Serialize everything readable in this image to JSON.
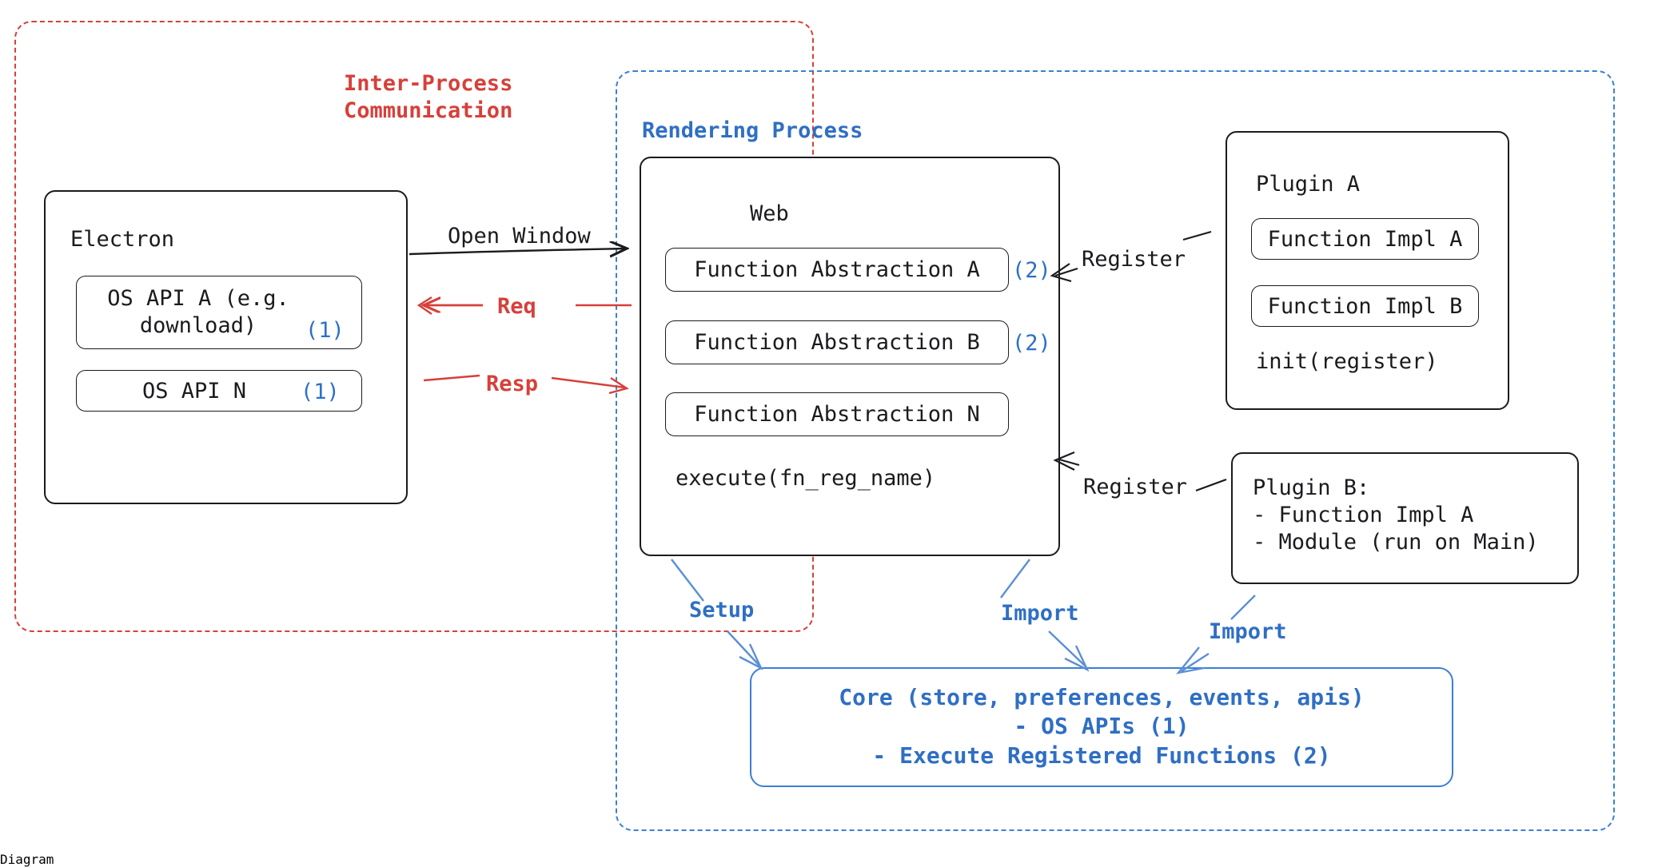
{
  "diagram": {
    "groups": {
      "ipc": {
        "label": "Inter-Process\nCommunication",
        "color": "#d6403a"
      },
      "rendering": {
        "label": "Rendering Process",
        "color": "#3b7fd4"
      }
    },
    "electron": {
      "title": "Electron",
      "items": [
        {
          "label": "OS API A (e.g.\ndownload)",
          "mark": "(1)"
        },
        {
          "label": "OS API N",
          "mark": "(1)"
        }
      ]
    },
    "web": {
      "title": "Web",
      "items": [
        {
          "label": "Function Abstraction A",
          "mark": "(2)"
        },
        {
          "label": "Function Abstraction B",
          "mark": "(2)"
        },
        {
          "label": "Function Abstraction N",
          "mark": ""
        }
      ],
      "footer": "execute(fn_reg_name)"
    },
    "plugin_a": {
      "title": "Plugin A",
      "items": [
        {
          "label": "Function Impl A"
        },
        {
          "label": "Function Impl B"
        }
      ],
      "footer": "init(register)"
    },
    "plugin_b": {
      "lines": [
        "Plugin B:",
        "- Function Impl A",
        "- Module (run on Main)"
      ]
    },
    "core": {
      "lines": [
        "Core (store, preferences, events, apis)",
        "- OS APIs (1)",
        "- Execute Registered Functions (2)"
      ],
      "color": "#2f6fc4"
    },
    "edges": {
      "open_window": "Open Window",
      "req": "Req",
      "resp": "Resp",
      "register_top": "Register",
      "register_bottom": "Register",
      "setup": "Setup",
      "import_left": "Import",
      "import_right": "Import"
    },
    "colors": {
      "ipc_red": "#d6403a",
      "process_blue": "#3b7fd4",
      "mark_blue": "#2b70c8",
      "stroke_dark": "#1b1b1f"
    }
  }
}
